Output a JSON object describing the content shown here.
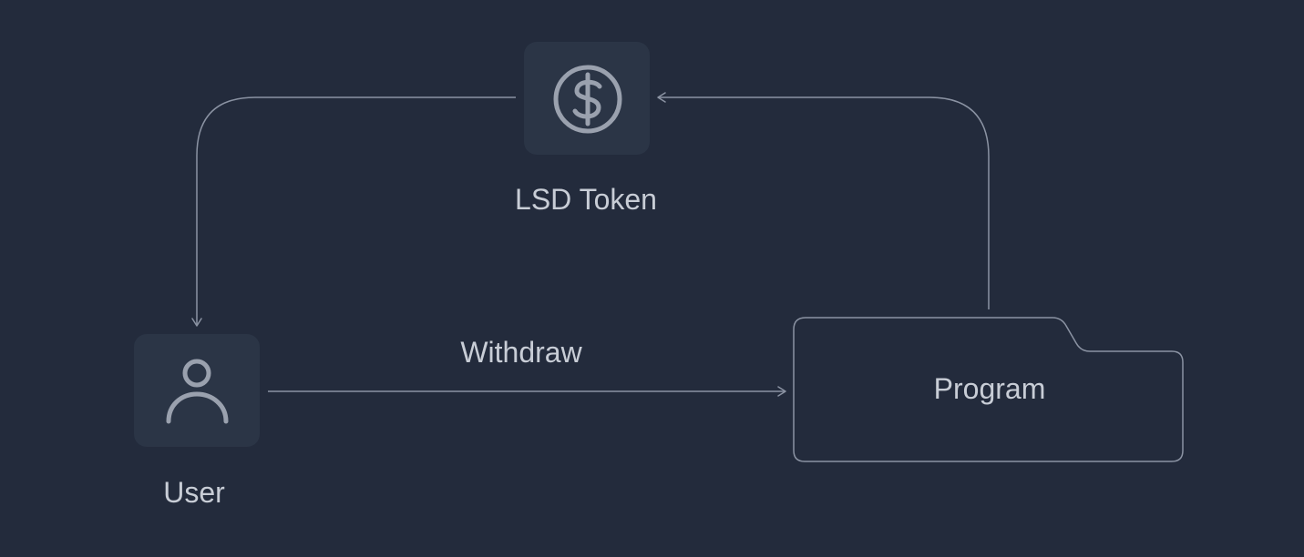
{
  "nodes": {
    "lsd_token": {
      "label": "LSD Token",
      "icon": "dollar-circle-icon"
    },
    "user": {
      "label": "User",
      "icon": "user-icon"
    },
    "program": {
      "label": "Program",
      "icon": "folder-shape"
    }
  },
  "edges": {
    "withdraw": {
      "label": "Withdraw"
    }
  },
  "colors": {
    "background": "#232b3c",
    "node_fill": "#2b3546",
    "stroke": "#8b93a3",
    "text": "#c8cdd6"
  }
}
